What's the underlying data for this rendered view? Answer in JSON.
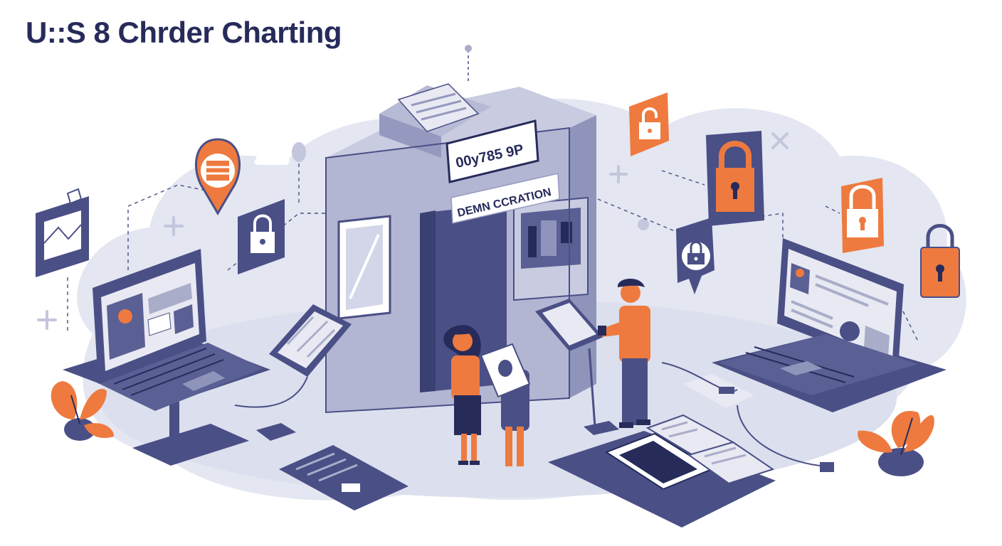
{
  "page": {
    "title": "U::S 8 Chrder Charting"
  },
  "booth": {
    "display_label": "00y785 9P",
    "sign_label": "DEMN CCRATION"
  },
  "colors": {
    "navy": "#4a4f86",
    "dark_navy": "#262b5a",
    "lavender": "#d9dbea",
    "gray_blue": "#a9adc9",
    "orange": "#ee7a3f",
    "white": "#ffffff"
  },
  "icons": [
    "lock-icon",
    "envelope-icon",
    "location-pin-icon",
    "laptop-icon",
    "tablet-icon",
    "booth-icon",
    "plant-icon",
    "document-icon",
    "profile-icon"
  ]
}
